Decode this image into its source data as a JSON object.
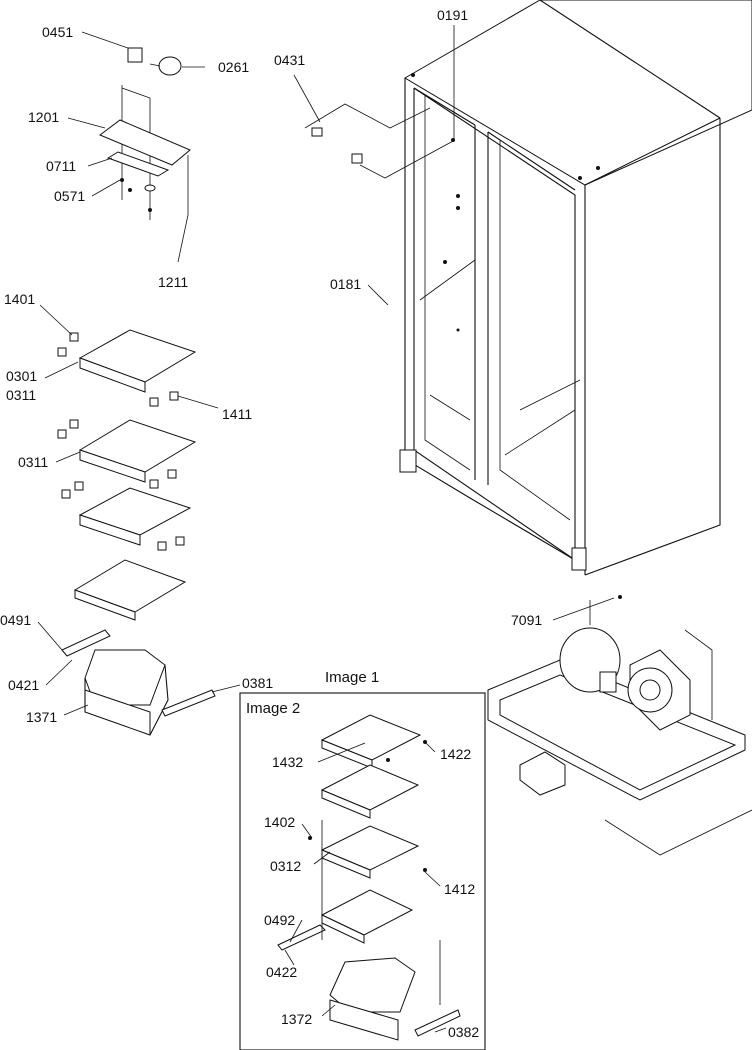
{
  "diagram": {
    "parts": {
      "p0451": "0451",
      "p0261": "0261",
      "p0191": "0191",
      "p0431": "0431",
      "p1201": "1201",
      "p0711": "0711",
      "p0571": "0571",
      "p1211": "1211",
      "p0181": "0181",
      "p1401": "1401",
      "p0301": "0301",
      "p0311a": "0311",
      "p1411": "1411",
      "p0311b": "0311",
      "p0491": "0491",
      "p7091": "7091",
      "p0421": "0421",
      "p1371": "1371",
      "p0381": "0381",
      "p1432": "1432",
      "p1422": "1422",
      "p1402": "1402",
      "p0312": "0312",
      "p1412": "1412",
      "p0492": "0492",
      "p0422": "0422",
      "p1372": "1372",
      "p0382": "0382"
    },
    "insets": {
      "image1": "Image 1",
      "image2": "Image 2"
    }
  }
}
